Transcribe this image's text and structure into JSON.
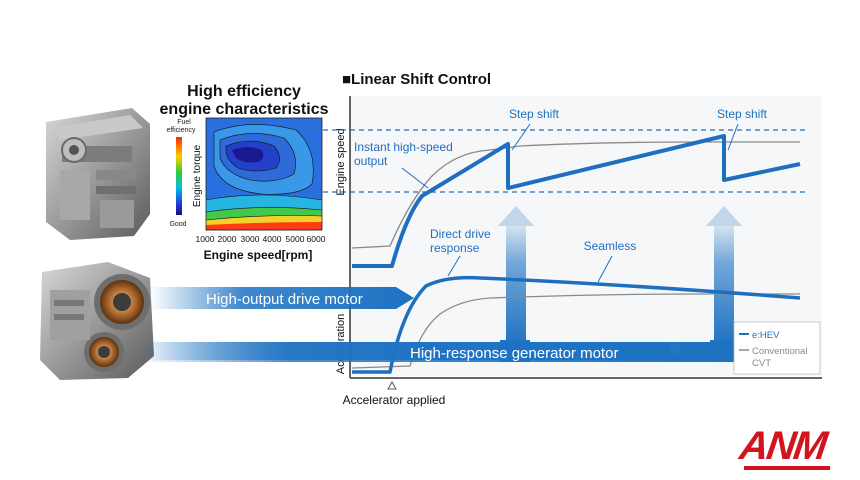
{
  "efficiency_panel": {
    "title_line1": "High efficiency",
    "title_line2": "engine characteristics",
    "legend_top": "Fuel",
    "legend_top2": "efficiency",
    "legend_bottom": "Good",
    "y_label": "Engine torque",
    "x_ticks": [
      "1000",
      "2000",
      "3000",
      "4000",
      "5000",
      "6000"
    ],
    "x_label": "Engine speed[rpm]"
  },
  "chart": {
    "title": "■Linear Shift Control",
    "y_label_top": "Engine speed",
    "y_label_bottom": "Acceleration",
    "x_marker_label": "Accelerator applied",
    "annotations": {
      "step_shift_1": "Step shift",
      "step_shift_2": "Step shift",
      "instant_line1": "Instant high-speed",
      "instant_line2": "output",
      "direct_line1": "Direct drive",
      "direct_line2": "response",
      "seamless": "Seamless"
    },
    "legend": [
      {
        "name": "e:HEV",
        "color": "#1f6fc0"
      },
      {
        "name": "Conventional",
        "name2": "CVT",
        "color": "#888888"
      }
    ]
  },
  "motors": {
    "drive_motor": "High-output drive motor",
    "generator_motor": "High-response generator motor"
  },
  "colors": {
    "ehev_blue": "#1f6fc0",
    "cvt_gray": "#8a8a8a",
    "arrow_blue": "#1d72c2",
    "logo_red": "#d2141e"
  },
  "branding": {
    "logo": "ANM"
  }
}
